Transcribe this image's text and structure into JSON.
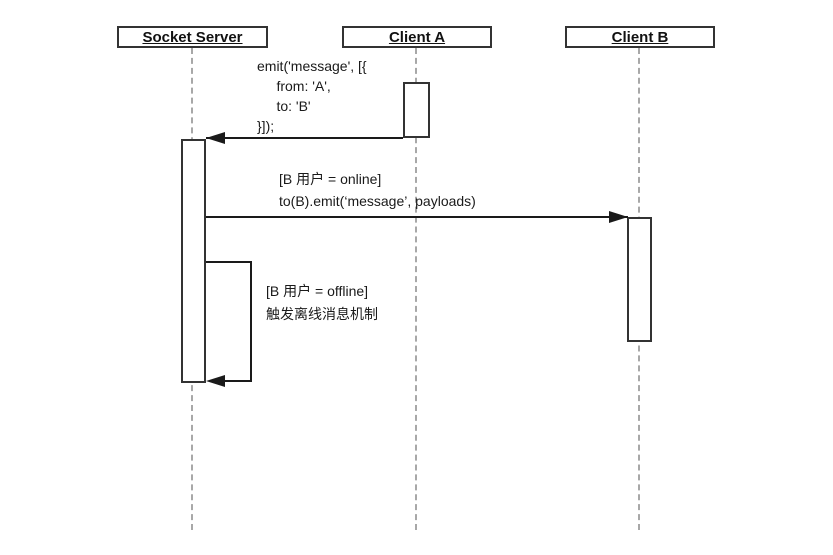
{
  "diagram": {
    "type": "uml-sequence",
    "actors": [
      {
        "name": "Socket Server"
      },
      {
        "name": "Client A"
      },
      {
        "name": "Client B"
      }
    ],
    "messages": [
      {
        "from": "Client A",
        "to": "Socket Server",
        "style": "solid-filled-arrow",
        "label": "emit('message', [{\n     from: 'A',\n     to: 'B'\n}]);"
      },
      {
        "from": "Socket Server",
        "to": "Client B",
        "style": "solid-filled-arrow",
        "label": "[B 用户 = online]\nto(B).emit(‘message’, payloads)"
      },
      {
        "from": "Socket Server",
        "to": "Socket Server",
        "style": "self-message",
        "label": "[B 用户 = offline]\n触发离线消息机制"
      }
    ],
    "colors": {
      "line": "#1a1a1a",
      "box_border": "#333333",
      "lifeline": "#a8a8a8",
      "background": "#ffffff"
    }
  }
}
